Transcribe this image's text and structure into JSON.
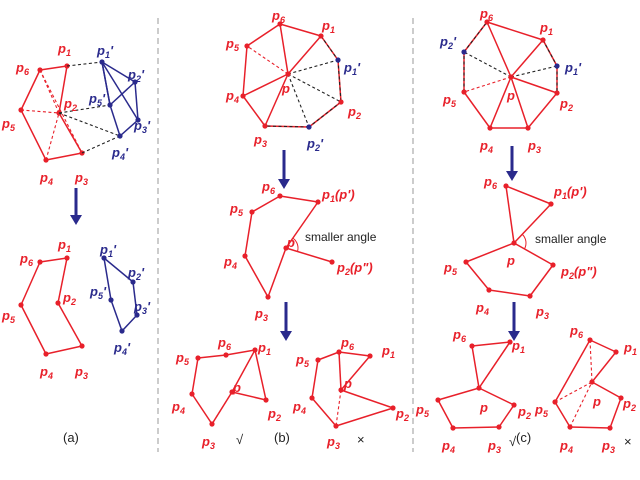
{
  "colors": {
    "red": "#e8202a",
    "blue": "#2a2a8c",
    "black": "#222222",
    "divider": "#9a9a9a"
  },
  "captions": [
    "(a)",
    "(b)",
    "(c)"
  ],
  "annotations": [
    "smaller angle",
    "smaller angle"
  ],
  "marks": [
    "√",
    "×",
    "√",
    "×"
  ],
  "label_names": {
    "p1": "p1",
    "p2": "p2",
    "p3": "p3",
    "p4": "p4",
    "p5": "p5",
    "p6": "p6",
    "p": "p",
    "p1p": "p1'",
    "p2p": "p2'",
    "p3p": "p3'",
    "p4p": "p4'",
    "p5p": "p5'",
    "p1pp": "p1(p')",
    "p2pp": "p2(p\")"
  }
}
